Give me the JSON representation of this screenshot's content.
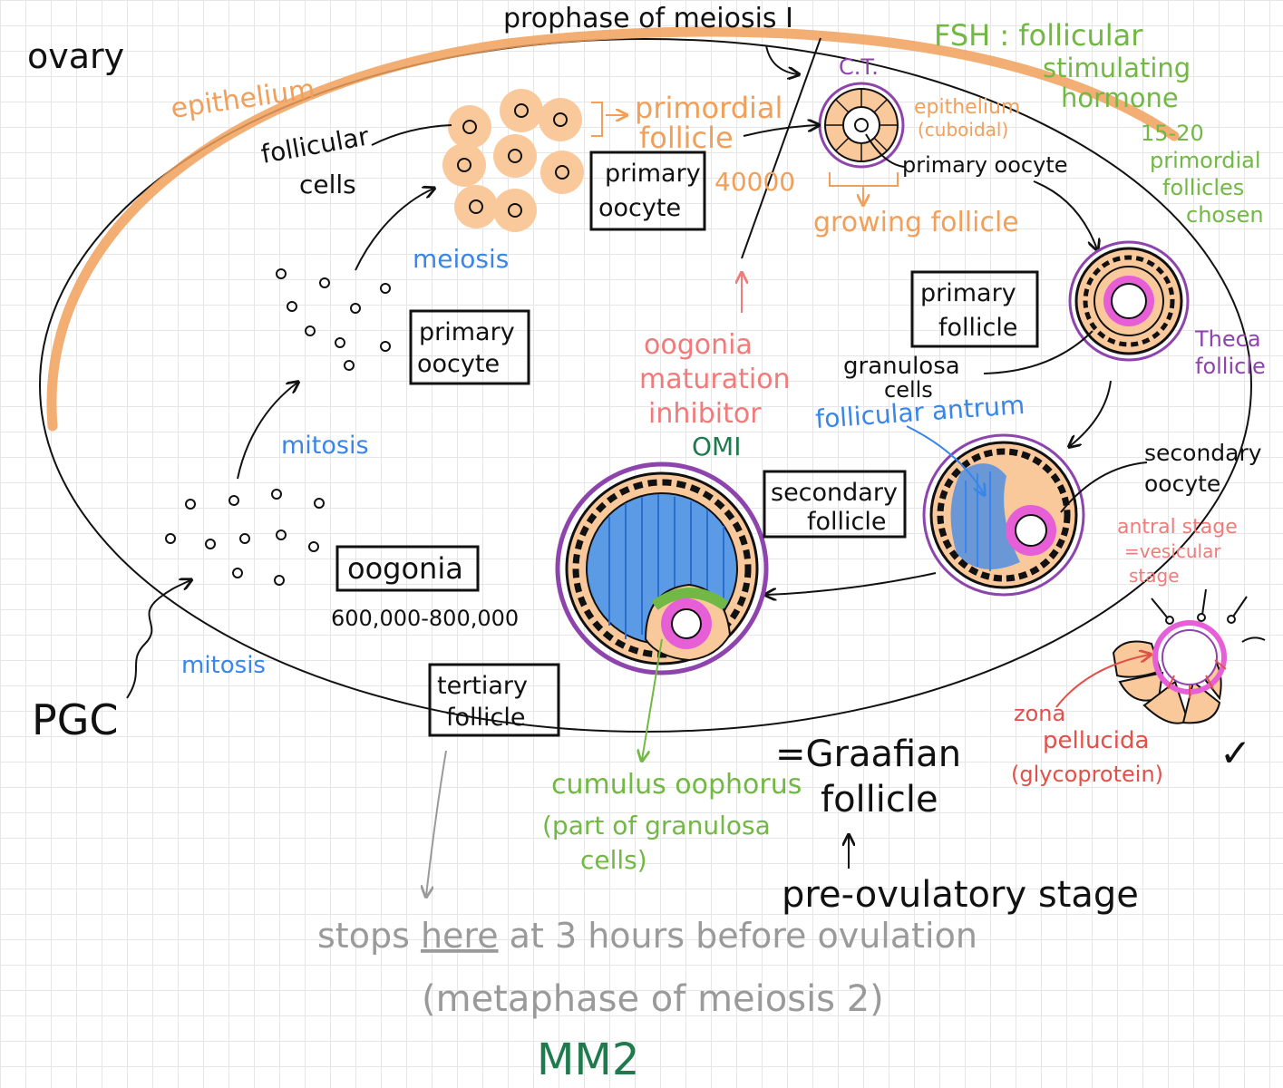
{
  "colors": {
    "ink": "#111111",
    "orange": "#f0a05a",
    "orange_fill": "#f9c99c",
    "green": "#72b844",
    "dark_green": "#1f7a4d",
    "blue": "#3a86e8",
    "pink": "#f07b7b",
    "red": "#e2504a",
    "purple": "#8e44ad",
    "magenta": "#e65fd6",
    "gray": "#9a9a9a"
  },
  "labels": {
    "ovary": "ovary",
    "prophase": "prophase of meiosis I",
    "fsh_line1": "FSH : follicular",
    "fsh_line2": "stimulating",
    "fsh_line3": "hormone",
    "epithelium": "epithelium",
    "ct": "C.T.",
    "epithelium_cuboidal_1": "epithelium",
    "epithelium_cuboidal_2": "(cuboidal)",
    "primordial_follicle_1": "primordial",
    "primordial_follicle_2": "follicle",
    "count_40000": "40000",
    "follicular_cells_1": "follicular",
    "follicular_cells_2": "cells",
    "primary_oocyte_box_1": "primary",
    "primary_oocyte_box_2": "oocyte",
    "primary_oocyte_label": "primary oocyte",
    "growing_follicle": "growing follicle",
    "chosen_1": "15-20",
    "chosen_2": "primordial",
    "chosen_3": "follicles",
    "chosen_4": "chosen",
    "meiosis": "meiosis",
    "primary_oocyte2_1": "primary",
    "primary_oocyte2_2": "oocyte",
    "omi_1": "oogonia",
    "omi_2": "maturation",
    "omi_3": "inhibitor",
    "omi_abbr": "OMI",
    "primary_follicle_1": "primary",
    "primary_follicle_2": "follicle",
    "theca_1": "Theca",
    "theca_2": "follicle",
    "granulosa_1": "granulosa",
    "granulosa_2": "cells",
    "follicular_antrum": "follicular antrum",
    "mitosis_upper": "mitosis",
    "secondary_follicle_1": "secondary",
    "secondary_follicle_2": "follicle",
    "secondary_oocyte_1": "secondary",
    "secondary_oocyte_2": "oocyte",
    "antral_1": "antral stage",
    "antral_2": "=vesicular",
    "antral_3": "stage",
    "oogonia": "oogonia",
    "oogonia_count": "600,000-800,000",
    "mitosis_lower": "mitosis",
    "pgc": "PGC",
    "tertiary_1": "tertiary",
    "tertiary_2": "follicle",
    "graafian_1": "=Graafian",
    "graafian_2": "follicle",
    "zona_1": "zona",
    "zona_2": "pellucida",
    "zona_3": "(glycoprotein)",
    "checkmark": "✓",
    "cumulus_1": "cumulus oophorus",
    "cumulus_2": "(part of granulosa",
    "cumulus_3": "cells)",
    "preovulatory": "pre-ovulatory stage",
    "stops_a": "stops ",
    "stops_here": "here",
    "stops_b": " at 3 hours before ovulation",
    "metaphase": "(metaphase of meiosis 2)",
    "mm2": "MM2"
  }
}
